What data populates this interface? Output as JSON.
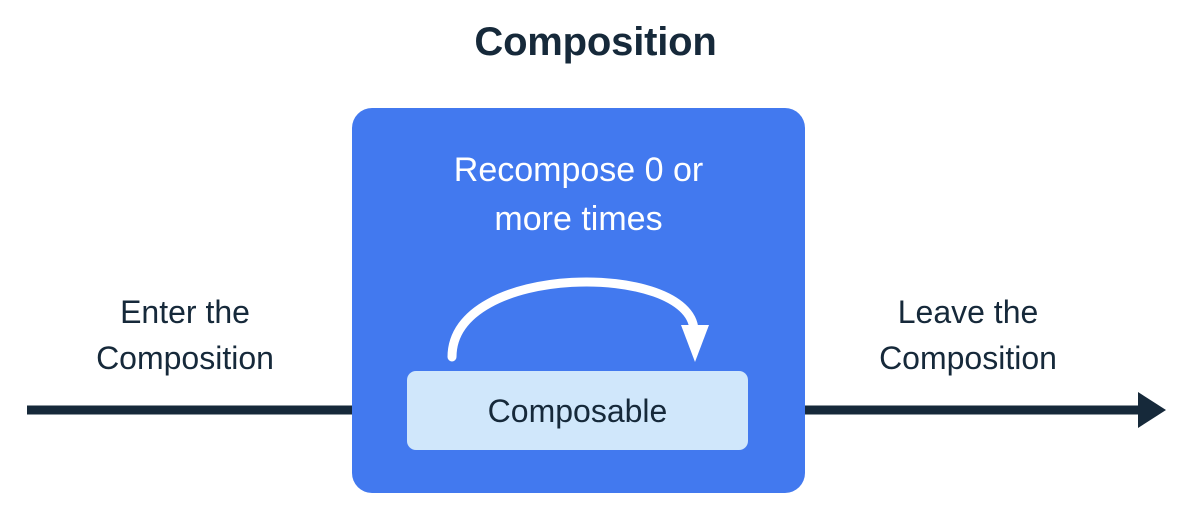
{
  "title": "Composition",
  "composition_box": {
    "color": "#4279ef",
    "caption_lines": [
      "Recompose 0 or",
      "more times"
    ],
    "caption_color": "#ffffff"
  },
  "composable_box": {
    "label": "Composable",
    "fill": "#d0e7fb",
    "text_color": "#16293a"
  },
  "labels": {
    "enter": [
      "Enter the",
      "Composition"
    ],
    "leave": [
      "Leave the",
      "Composition"
    ]
  },
  "arrows": {
    "color": "#16293a",
    "recompose_arrow_color": "#ffffff",
    "enter_arrow_name": "enter-the-composition-arrow",
    "leave_arrow_name": "leave-the-composition-arrow",
    "recompose_arrow_name": "recompose-loop-arrow"
  },
  "palette": {
    "background": "#ffffff",
    "ink": "#16293a",
    "brand_blue": "#4279ef",
    "light_blue": "#d0e7fb"
  }
}
